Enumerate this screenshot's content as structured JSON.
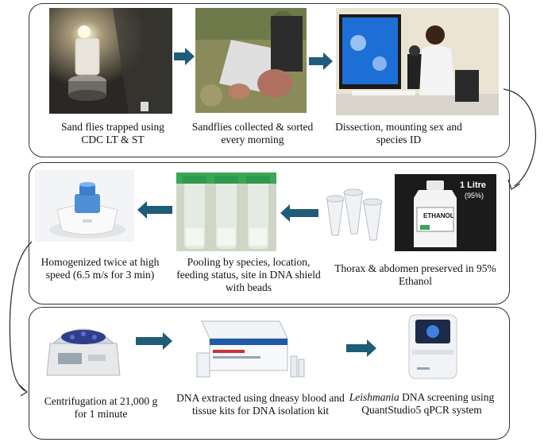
{
  "colors": {
    "arrow": "#1f5c78",
    "border": "#333333",
    "accent_green": "#3aa657"
  },
  "row1": {
    "step1": "Sand flies trapped using CDC LT & ST",
    "step2": "Sandflies collected & sorted every morning",
    "step3": "Dissection, mounting sex and species ID"
  },
  "row2": {
    "step4": "Thorax & abdomen preserved in 95% Ethanol",
    "step5": "Pooling by species, location, feeding status, site in DNA shield with beads",
    "step6": "Homogenized twice at high speed (6.5 m/s for 3 min)"
  },
  "row3": {
    "step7": "Centrifugation at 21,000 g for 1 minute",
    "step8": "DNA extracted using dneasy blood and tissue kits for DNA isolation kit",
    "step9_italic": "Leishmania",
    "step9_rest": " DNA screening using QuantStudio5 qPCR system"
  },
  "bottle": {
    "volume": "1 Litre",
    "percent": "(95%)",
    "label": "ETHANOL"
  }
}
